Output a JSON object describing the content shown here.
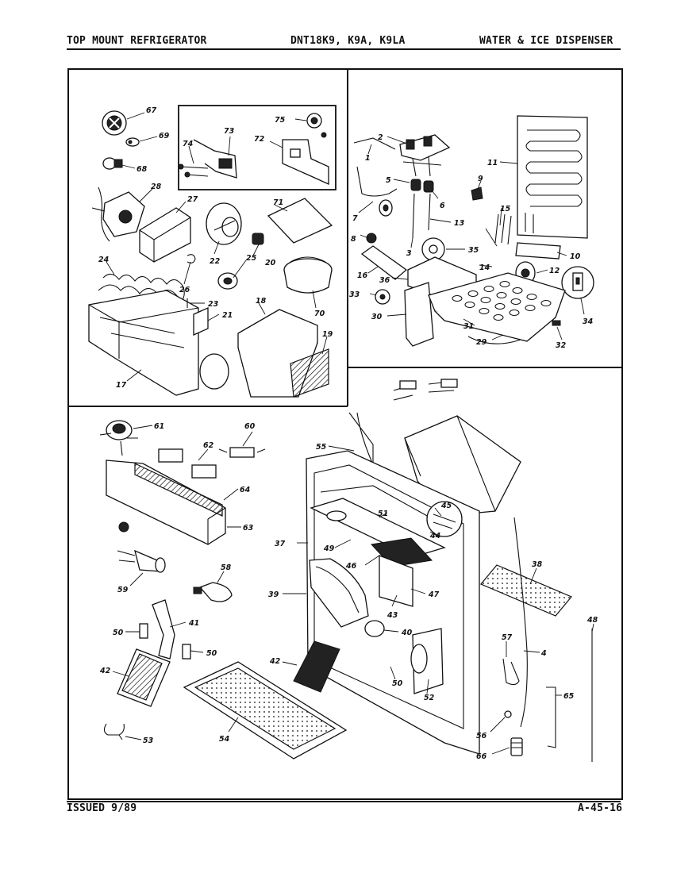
{
  "header": {
    "left": "TOP MOUNT REFRIGERATOR",
    "center": "DNT18K9, K9A, K9LA",
    "right": "WATER & ICE DISPENSER"
  },
  "footer": {
    "left": "ISSUED 9/89",
    "right": "A-45-16"
  },
  "parts": [
    "1",
    "2",
    "3",
    "4",
    "5",
    "6",
    "7",
    "8",
    "9",
    "10",
    "11",
    "12",
    "13",
    "14",
    "15",
    "16",
    "17",
    "18",
    "19",
    "20",
    "21",
    "22",
    "23",
    "24",
    "25",
    "26",
    "27",
    "28",
    "29",
    "30",
    "31",
    "32",
    "33",
    "34",
    "35",
    "36",
    "37",
    "38",
    "39",
    "40",
    "41",
    "42",
    "42",
    "43",
    "44",
    "45",
    "46",
    "47",
    "48",
    "49",
    "50",
    "50",
    "50",
    "51",
    "52",
    "53",
    "54",
    "55",
    "56",
    "57",
    "58",
    "59",
    "60",
    "61",
    "62",
    "63",
    "64",
    "65",
    "66",
    "67",
    "68",
    "69",
    "70",
    "71",
    "72",
    "73",
    "74",
    "75"
  ]
}
